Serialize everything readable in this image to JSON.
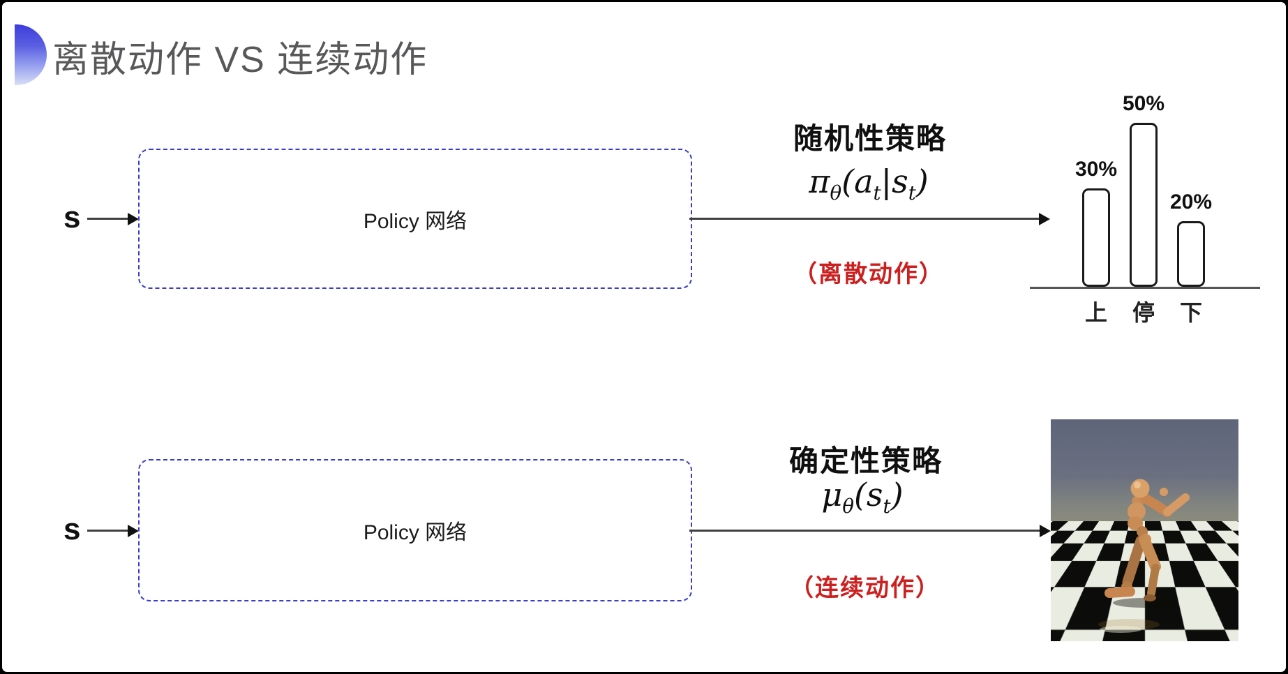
{
  "slide": {
    "title": "离散动作 VS 连续动作"
  },
  "colors": {
    "accent_blue": "#3d3ddb",
    "box_border": "#3a3ccc",
    "red_note": "#cc2020",
    "title_gray": "#58585a",
    "text_black": "#0f0f0f"
  },
  "top_flow": {
    "input_label": "s",
    "box_label": "Policy 网络",
    "policy_title": "随机性策略",
    "formula_text": "πθ(at|st)",
    "formula_parts": [
      "π",
      "θ",
      "(",
      "a",
      "t",
      "|",
      "s",
      "t",
      ")"
    ],
    "action_note": "（离散动作）"
  },
  "chart_data": {
    "type": "bar",
    "categories": [
      "上",
      "停",
      "下"
    ],
    "values": [
      30,
      50,
      20
    ],
    "value_labels": [
      "30%",
      "50%",
      "20%"
    ],
    "title": "",
    "xlabel": "",
    "ylabel": "",
    "ylim": [
      0,
      55
    ],
    "grid": false,
    "legend": false,
    "bar_style": "white fill, black rounded outline"
  },
  "bottom_flow": {
    "input_label": "s",
    "box_label": "Policy 网络",
    "policy_title": "确定性策略",
    "formula_text": "μθ(st)",
    "formula_parts": [
      "μ",
      "θ",
      "(",
      "s",
      "t",
      ")"
    ],
    "action_note": "（连续动作）"
  },
  "humanoid_image": {
    "description": "mujoco-humanoid-on-checkerboard"
  }
}
